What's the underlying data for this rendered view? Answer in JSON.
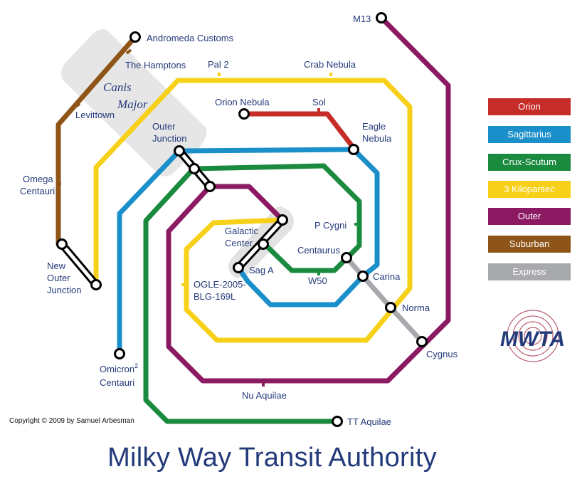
{
  "title": "Milky Way Transit Authority",
  "copyright": "Copyright © 2009 by Samuel Arbesman",
  "district": {
    "line1": "Canis",
    "line2": "Major"
  },
  "logo_text": "MWTA",
  "legend": [
    {
      "label": "Orion",
      "color": "#c62d28"
    },
    {
      "label": "Sagittarius",
      "color": "#1a8fc9"
    },
    {
      "label": "Crux-Scutum",
      "color": "#1a8a3e"
    },
    {
      "label": "3 Kiloparsec",
      "color": "#f7d019"
    },
    {
      "label": "Outer",
      "color": "#8c1a63"
    },
    {
      "label": "Suburban",
      "color": "#8f5418"
    },
    {
      "label": "Express",
      "color": "#a7a9ac"
    }
  ],
  "stations": {
    "m13": "M13",
    "andromeda_customs": "Andromeda Customs",
    "the_hamptons": "The Hamptons",
    "pal2": "Pal 2",
    "crab_nebula": "Crab Nebula",
    "levittown": "Levittown",
    "orion_nebula": "Orion Nebula",
    "sol": "Sol",
    "eagle_nebula_1": "Eagle",
    "eagle_nebula_2": "Nebula",
    "outer_junction_1": "Outer",
    "outer_junction_2": "Junction",
    "omega_centauri_1": "Omega",
    "omega_centauri_2": "Centauri",
    "p_cygni": "P Cygni",
    "galactic_center_1": "Galactic",
    "galactic_center_2": "Center",
    "centaurus": "Centaurus",
    "sag_a": "Sag A",
    "new_outer_junction_1": "New",
    "new_outer_junction_2": "Outer",
    "new_outer_junction_3": "Junction",
    "carina": "Carina",
    "w50": "W50",
    "ogle_1": "OGLE-2005-",
    "ogle_2": "BLG-169L",
    "norma": "Norma",
    "cygnus": "Cygnus",
    "omicron2_centauri_1": "Omicron",
    "omicron2_centauri_sup": "2",
    "omicron2_centauri_2": "Centauri",
    "nu_aquilae": "Nu Aquilae",
    "tt_aquilae": "TT Aquilae"
  }
}
